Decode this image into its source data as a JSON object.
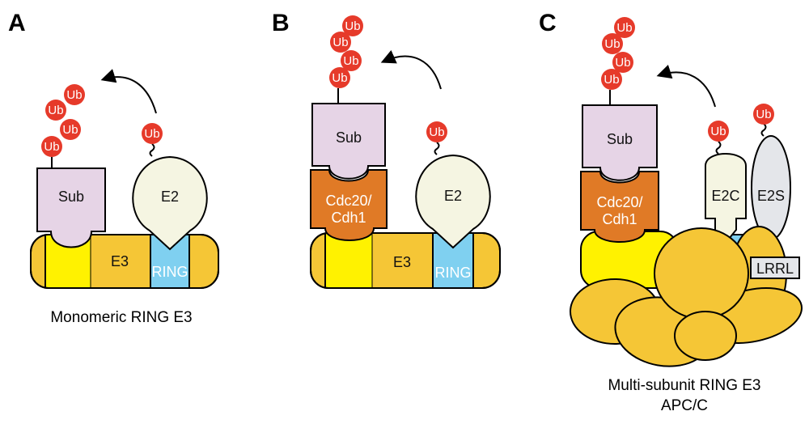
{
  "panels": [
    {
      "letter": "A",
      "caption": "Monomeric RING E3",
      "labels": {
        "sub": "Sub",
        "e2": "E2",
        "e3": "E3",
        "ring": "RING",
        "ub": "Ub"
      }
    },
    {
      "letter": "B",
      "labels": {
        "sub": "Sub",
        "cdc_line1": "Cdc20/",
        "cdc_line2": "Cdh1",
        "e2": "E2",
        "e3": "E3",
        "ring": "RING",
        "ub": "Ub"
      }
    },
    {
      "letter": "C",
      "caption_line1": "Multi-subunit RING E3",
      "caption_line2": "APC/C",
      "labels": {
        "sub": "Sub",
        "cdc_line1": "Cdc20/",
        "cdc_line2": "Cdh1",
        "e2c": "E2C",
        "e2s": "E2S",
        "lrrl": "LRRL",
        "ub": "Ub"
      }
    }
  ],
  "colors": {
    "ub_red": "#e63a2a",
    "sub_pink": "#e6d4e6",
    "e2_cream": "#f5f5e2",
    "e3_gold": "#f5c636",
    "yellow": "#fff200",
    "ring_blue": "#7fd0f0",
    "cdc_orange": "#e07a26",
    "e2s_gray": "#e4e6ea"
  }
}
